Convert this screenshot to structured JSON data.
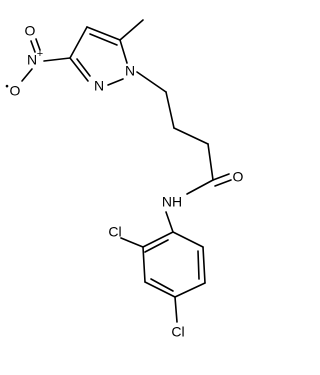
{
  "structure": {
    "labels": {
      "nitro_n": "N",
      "nitro_o_top": "O",
      "nitro_charge": "+",
      "nitro_o_left": "O",
      "nitro_radical": "•",
      "ring_n2": "N",
      "ring_n1": "N",
      "amide_o": "O",
      "nh": "NH",
      "cl_ortho": "Cl",
      "cl_para": "Cl"
    }
  },
  "colors": {
    "ink": "#000000",
    "background": "#ffffff"
  }
}
